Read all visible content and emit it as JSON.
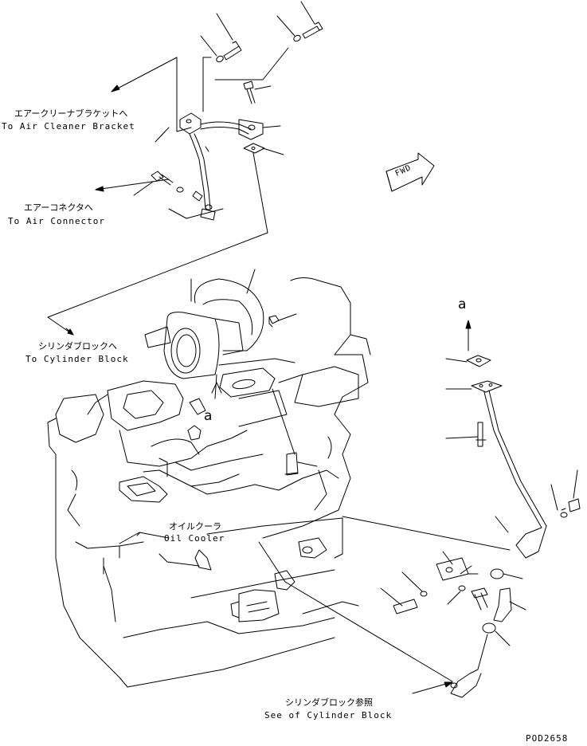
{
  "labels": {
    "air_cleaner_jp": "エアークリーナブラケットへ",
    "air_cleaner_en": "To Air Cleaner Bracket",
    "air_connector_jp": "エアーコネクタへ",
    "air_connector_en": "To Air Connector",
    "cylinder_block_jp": "シリンダブロックへ",
    "cylinder_block_en": "To Cylinder Block",
    "oil_cooler_jp": "オイルクーラ",
    "oil_cooler_en": "Oil Cooler",
    "see_cylinder_jp": "シリンダブロック参照",
    "see_cylinder_en": "See of Cylinder Block",
    "fwd": "FWD",
    "ref_a_top": "a",
    "ref_a_engine": "a",
    "figure_code": "POD2658"
  }
}
